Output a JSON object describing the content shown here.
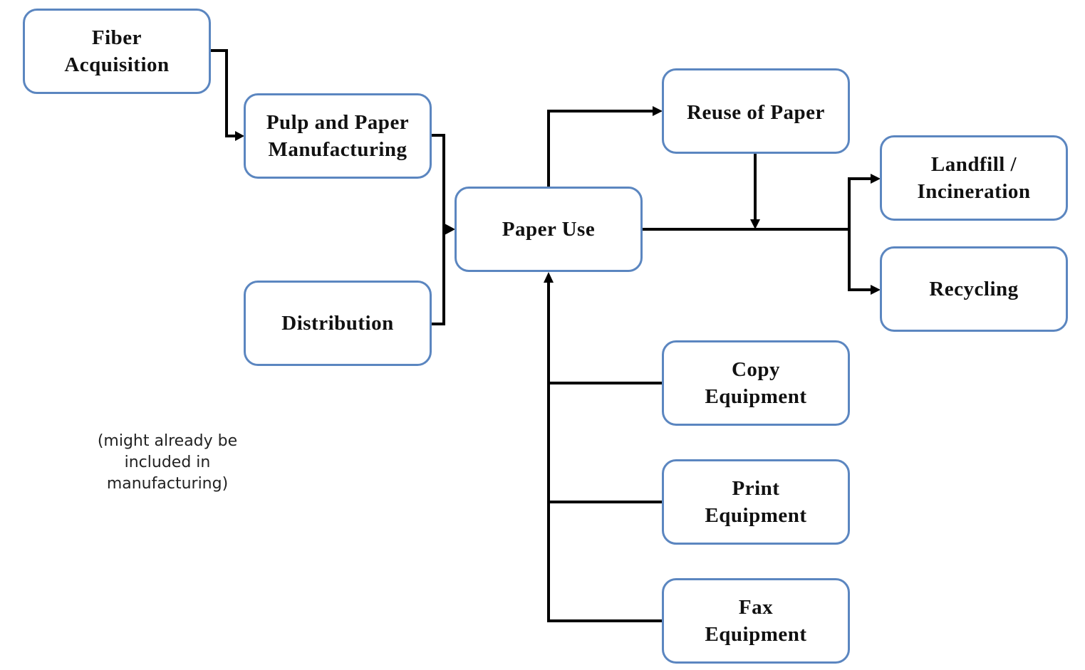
{
  "diagram": {
    "nodes": {
      "fiber_acquisition": "Fiber\nAcquisition",
      "pulp_paper_manufacturing": "Pulp and Paper\nManufacturing",
      "distribution": "Distribution",
      "paper_use": "Paper Use",
      "reuse_of_paper": "Reuse of Paper",
      "landfill_incineration": "Landfill /\nIncineration",
      "recycling": "Recycling",
      "copy_equipment": "Copy\nEquipment",
      "print_equipment": "Print\nEquipment",
      "fax_equipment": "Fax\nEquipment"
    },
    "note": "(might already be\nincluded in\nmanufacturing)",
    "edges": [
      {
        "from": "Fiber Acquisition",
        "to": "Pulp and Paper Manufacturing"
      },
      {
        "from": "Pulp and Paper Manufacturing",
        "to": "Paper Use"
      },
      {
        "from": "Distribution",
        "to": "Paper Use"
      },
      {
        "from": "Paper Use",
        "to": "Reuse of Paper"
      },
      {
        "from": "Reuse of Paper",
        "to": "Paper Use output line"
      },
      {
        "from": "Paper Use",
        "to": "Landfill / Incineration"
      },
      {
        "from": "Paper Use",
        "to": "Recycling"
      },
      {
        "from": "Copy Equipment",
        "to": "Paper Use"
      },
      {
        "from": "Print Equipment",
        "to": "Paper Use"
      },
      {
        "from": "Fax Equipment",
        "to": "Paper Use"
      }
    ],
    "colors": {
      "node_border": "#5b86c0",
      "connector": "#000000"
    }
  }
}
